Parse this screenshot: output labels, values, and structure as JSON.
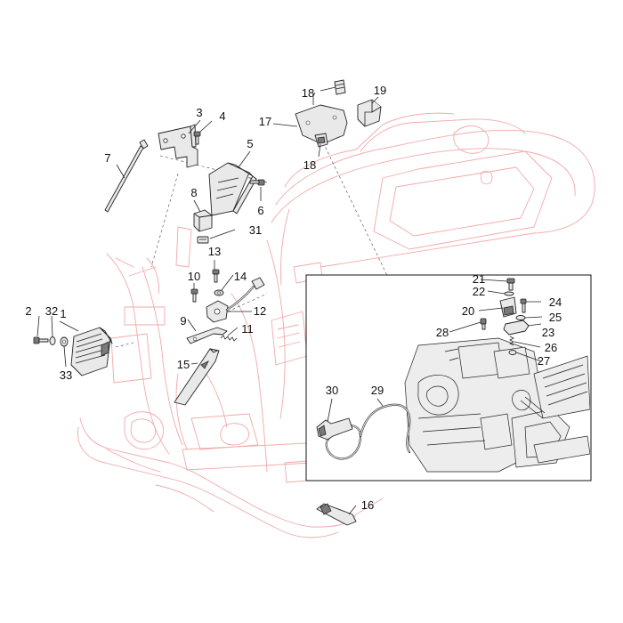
{
  "callouts": {
    "c1": "1",
    "c2": "2",
    "c3": "3",
    "c4": "4",
    "c5": "5",
    "c6": "6",
    "c7": "7",
    "c8": "8",
    "c9": "9",
    "c10": "10",
    "c11": "11",
    "c12": "12",
    "c13": "13",
    "c14": "14",
    "c15": "15",
    "c16": "16",
    "c17": "17",
    "c18a": "18",
    "c18b": "18",
    "c19": "19",
    "c20": "20",
    "c21": "21",
    "c22": "22",
    "c23": "23",
    "c24": "24",
    "c25": "25",
    "c26": "26",
    "c27": "27",
    "c28": "28",
    "c29": "29",
    "c30": "30",
    "c31": "31",
    "c32": "32",
    "c33": "33"
  },
  "colors": {
    "frame_outline": "#f1a9a9",
    "part_line": "#222222",
    "background": "#ffffff"
  }
}
